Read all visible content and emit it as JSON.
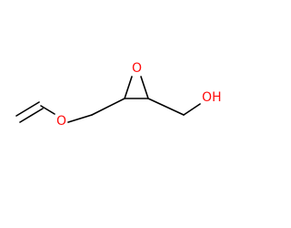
{
  "molecule": {
    "atoms": {
      "ether_oxygen": "O",
      "epoxide_oxygen": "O",
      "hydroxyl": "OH"
    },
    "colors": {
      "bond": "#000000",
      "heteroatom": "#ff0d0d"
    }
  }
}
